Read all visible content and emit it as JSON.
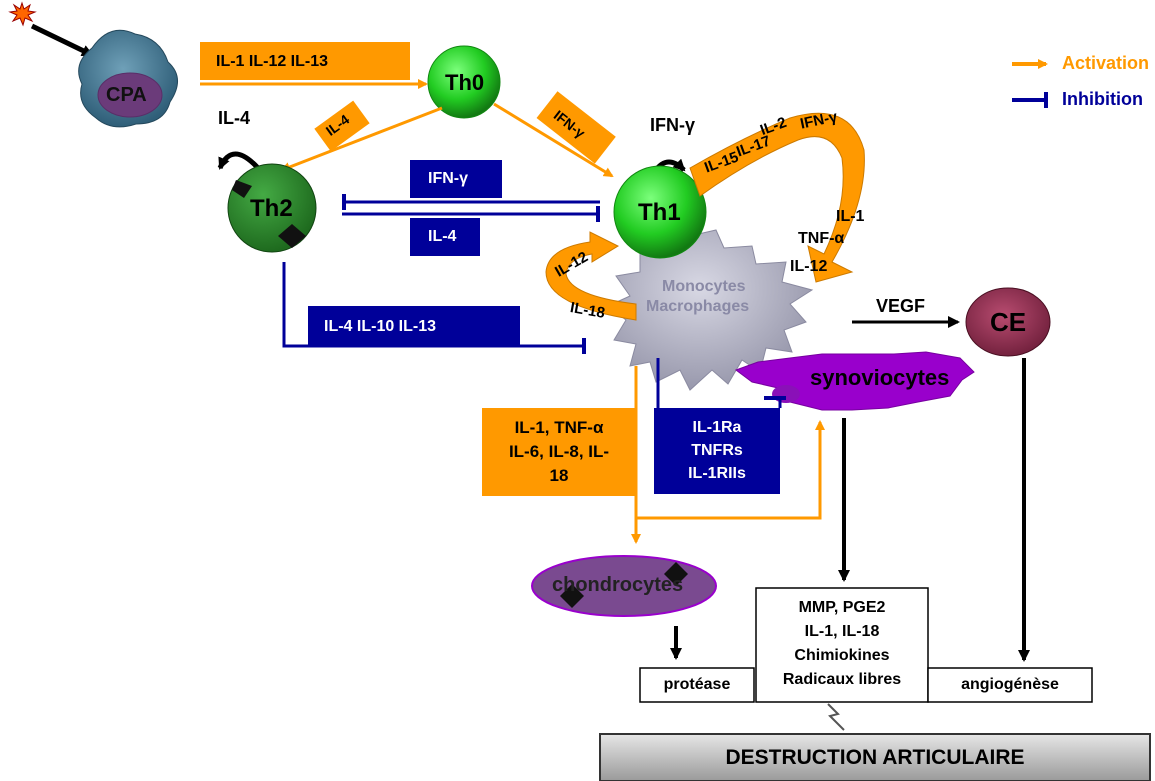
{
  "cells": {
    "apc": "CPA",
    "th0": "Th0",
    "th1": "Th1",
    "th2": "Th2",
    "macro_line1": "Monocytes",
    "macro_line2": "Macrophages",
    "ce": "CE",
    "synoviocytes": "synoviocytes",
    "chondrocytes": "chondrocytes"
  },
  "signals": {
    "apc_to_th0": "IL-1   IL-12   IL-13",
    "th0_to_th2": "IL-4",
    "th0_to_th1": "IFN-γ",
    "th1_auto": "IFN-γ",
    "th2_auto": "IL-4",
    "th1_inhib_th2": "IFN-γ",
    "th2_inhib_th1": "IL-4",
    "th2_inhib_macro": "IL-4   IL-10   IL-13",
    "th1_to_macro": [
      "IL-2",
      "IFN-γ",
      "IL-17",
      "IL-15"
    ],
    "macro_feedback": [
      "IL-1",
      "TNF-α",
      "IL-12"
    ],
    "macro_to_th1": [
      "IL-12",
      "IL-18"
    ],
    "vegf": "VEGF",
    "pro_inflam": [
      "IL-1, TNF-α",
      "IL-6, IL-8, IL-",
      "18"
    ],
    "anti_inflam": [
      "IL-1Ra",
      "TNFRs",
      "IL-1RIIs"
    ]
  },
  "outputs": {
    "protease": "protéase",
    "mediators": [
      "MMP, PGE2",
      "IL-1, IL-18",
      "Chimiokines",
      "Radicaux libres"
    ],
    "angiogenesis": "angiogénèse",
    "destruction": "DESTRUCTION ARTICULAIRE"
  },
  "legend": {
    "activation": "Activation",
    "inhibition": "Inhibition"
  },
  "colors": {
    "activation": "#FF9900",
    "inhibition": "#000099",
    "th_cell": "#22CC22",
    "th2_cell": "#227722",
    "ce_cell": "#993355",
    "synoviocyte": "#9900CC"
  }
}
